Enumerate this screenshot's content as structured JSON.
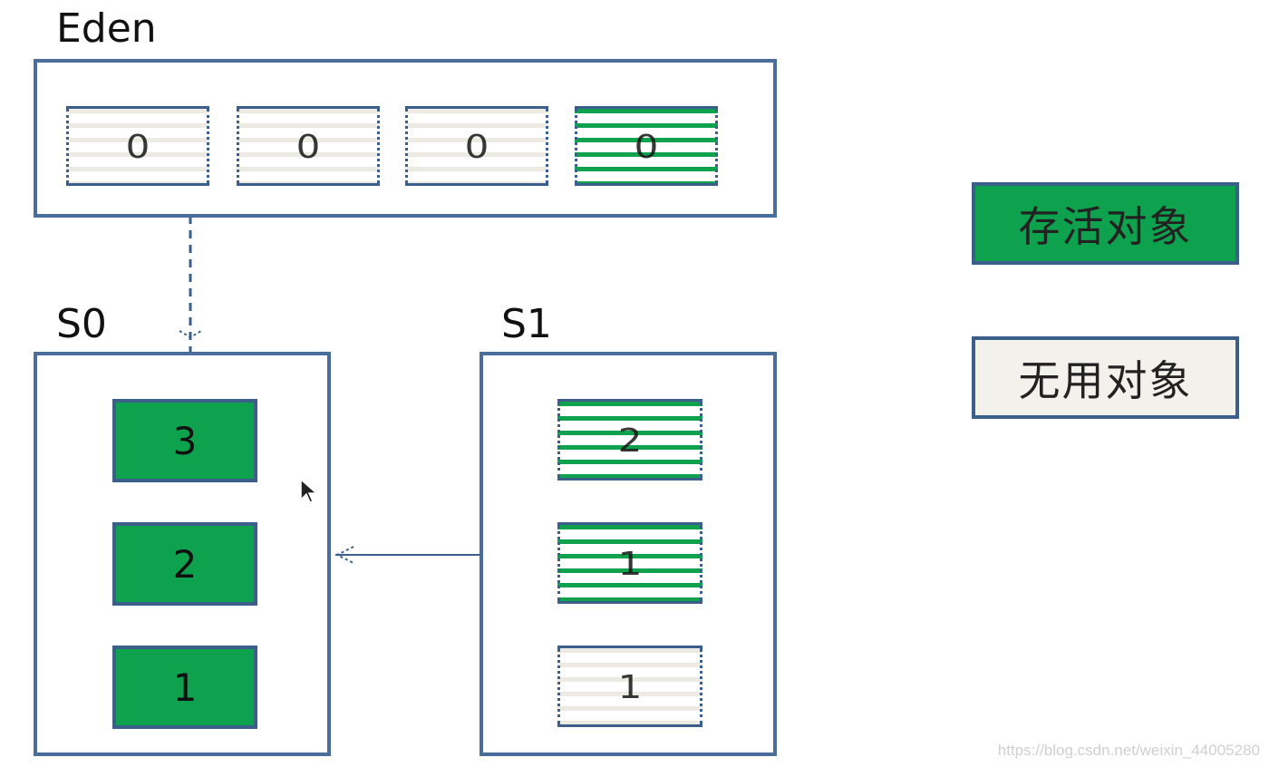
{
  "regions": {
    "eden": {
      "label": "Eden",
      "objects": [
        "0",
        "0",
        "0",
        "0"
      ]
    },
    "s0": {
      "label": "S0",
      "objects": [
        "3",
        "2",
        "1"
      ]
    },
    "s1": {
      "label": "S1",
      "objects": [
        "2",
        "1",
        "1"
      ]
    }
  },
  "legend": {
    "live": "存活对象",
    "dead": "无用对象"
  },
  "watermark": "https://blog.csdn.net/weixin_44005280",
  "colors": {
    "live": "#0ea24f",
    "dead": "#f2f1ec",
    "border": "#3b5f8a"
  }
}
